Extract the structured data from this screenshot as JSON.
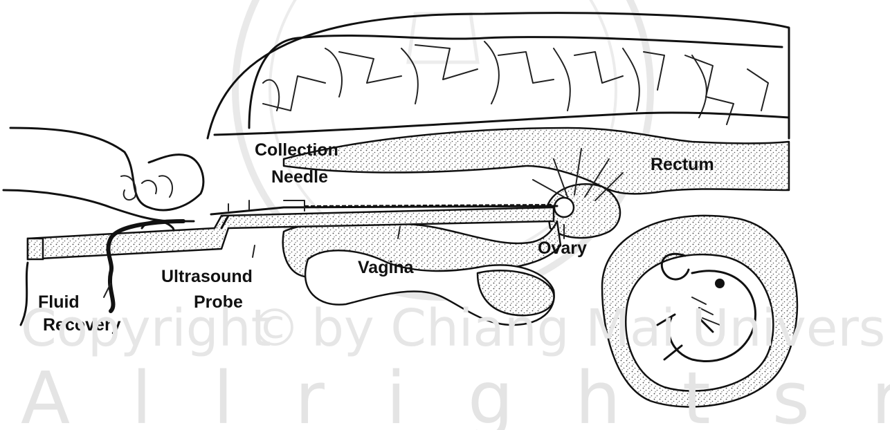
{
  "watermark": {
    "line1": "Copyright",
    "symbol": "©",
    "line1b": "by Chiang Mai University",
    "line2": "A l l   r i g h t s   r e s e r v e d"
  },
  "labels": {
    "collection_needle_1": "Collection",
    "collection_needle_2": "Needle",
    "rectum": "Rectum",
    "ovary": "Ovary",
    "vagina": "Vagina",
    "ultrasound_probe_1": "Ultrasound",
    "ultrasound_probe_2": "Probe",
    "fluid_recovery_1": "Fluid",
    "fluid_recovery_2": "Recovery"
  }
}
